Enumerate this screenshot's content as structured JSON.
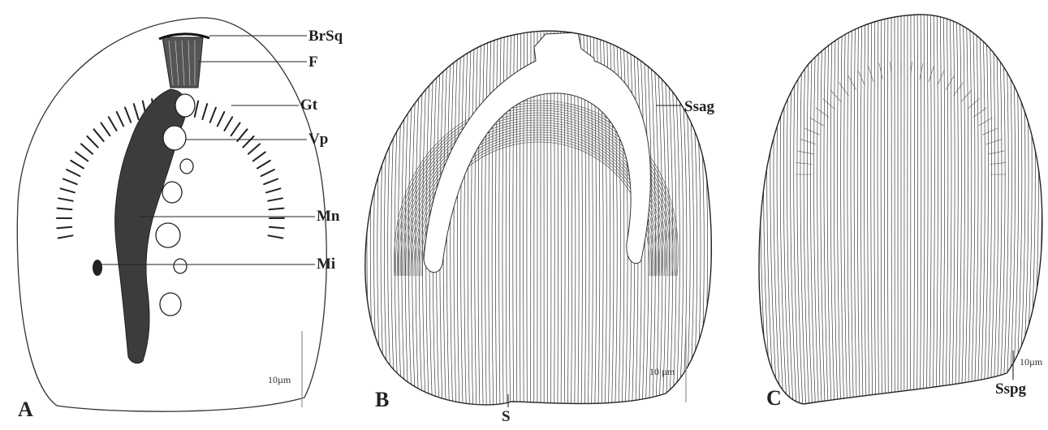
{
  "panels": [
    {
      "letter": "A",
      "scale": "10µm"
    },
    {
      "letter": "B",
      "scale": "10 µm"
    },
    {
      "letter": "C",
      "scale": "10µm"
    }
  ],
  "labels": {
    "brsq": "BrSq",
    "f": "F",
    "gt": "Gt",
    "vp": "Vp",
    "mn": "Mn",
    "mi": "Mi",
    "ssag": "Ssag",
    "s": "S",
    "sspg": "Sspg"
  },
  "colors": {
    "ink": "#222222",
    "nucleus": "#3c3c3c",
    "line": "#333333"
  }
}
